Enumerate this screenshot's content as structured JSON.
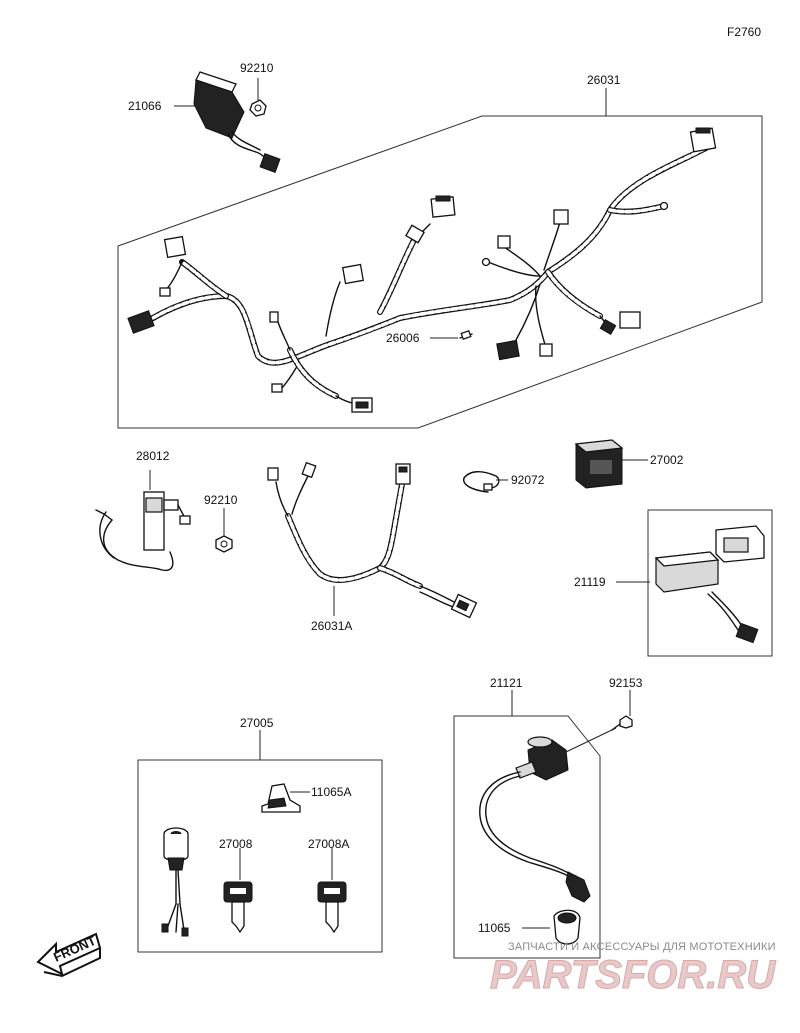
{
  "figure_code": "F2760",
  "part_labels": {
    "p92210_top": "92210",
    "p21066": "21066",
    "p26031": "26031",
    "p26006": "26006",
    "p28012": "28012",
    "p92210_mid": "92210",
    "p92072": "92072",
    "p27002": "27002",
    "p26031A": "26031A",
    "p21119": "21119",
    "p27005": "27005",
    "p11065A": "11065A",
    "p27008": "27008",
    "p27008A": "27008A",
    "p21121": "21121",
    "p92153": "92153",
    "p11065": "11065"
  },
  "front_marker": "FRONT",
  "watermark": {
    "caption": "ЗАПЧАСТИ И АКСЕССУАРЫ ДЛЯ МОТОТЕХНИКИ",
    "brand": "PARTSFOR.RU"
  },
  "colors": {
    "line": "#222222",
    "watermark_text": "#8a8a8a",
    "watermark_brand": "#e7c9c9"
  }
}
